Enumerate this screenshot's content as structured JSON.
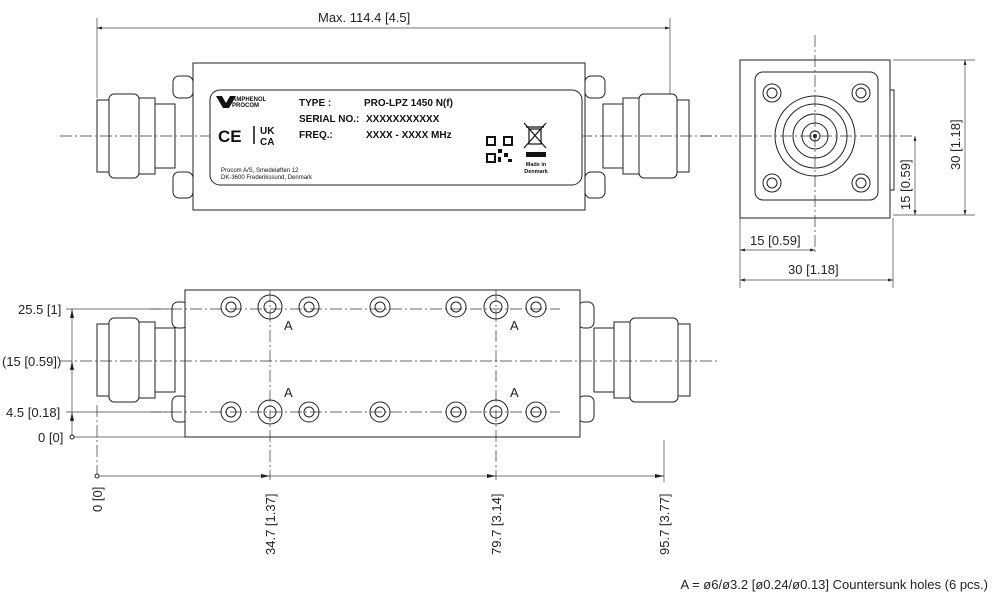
{
  "dimensions": {
    "overall_length": "Max. 114.4",
    "overall_length_in": "4.5",
    "side_height": "30",
    "side_height_in": "1.18",
    "side_center_v": "15",
    "side_center_v_in": "0.59",
    "side_center_h": "15",
    "side_center_h_in": "0.59",
    "side_width": "30",
    "side_width_in": "1.18",
    "y_top_holes": "25.5",
    "y_top_holes_in": "1",
    "y_center": "(15",
    "y_center_in": "0.59",
    "y_center_close": ")",
    "y_bottom_holes": "4.5",
    "y_bottom_holes_in": "0.18",
    "y_zero": "0",
    "y_zero_in": "0",
    "x_zero": "0",
    "x_zero_in": "0",
    "x_hole1": "34.7",
    "x_hole1_in": "1.37",
    "x_hole2": "79.7",
    "x_hole2_in": "3.14",
    "x_end": "95.7",
    "x_end_in": "3.77"
  },
  "hole_marker": "A",
  "label": {
    "brand_line1": "AMPHENOL",
    "brand_line2": "PROCOM",
    "type_label": "TYPE :",
    "type_value": "PRO-LPZ 1450 N(f)",
    "serial_label": "SERIAL NO.:",
    "serial_value": "XXXXXXXXXXX",
    "freq_label": "FREQ.:",
    "freq_value": "XXXX - XXXX MHz",
    "ce_mark": "CE",
    "ukca_line1": "UK",
    "ukca_line2": "CA",
    "address_line1": "Procom A/S, Smedeløften 12",
    "address_line2": "DK-3600 Frederikssund, Denmark",
    "made_in_line1": "Made in",
    "made_in_line2": "Denmark"
  },
  "footnote": "A = ø6/ø3.2 [ø0.24/ø0.13] Countersunk holes (6 pcs.)"
}
